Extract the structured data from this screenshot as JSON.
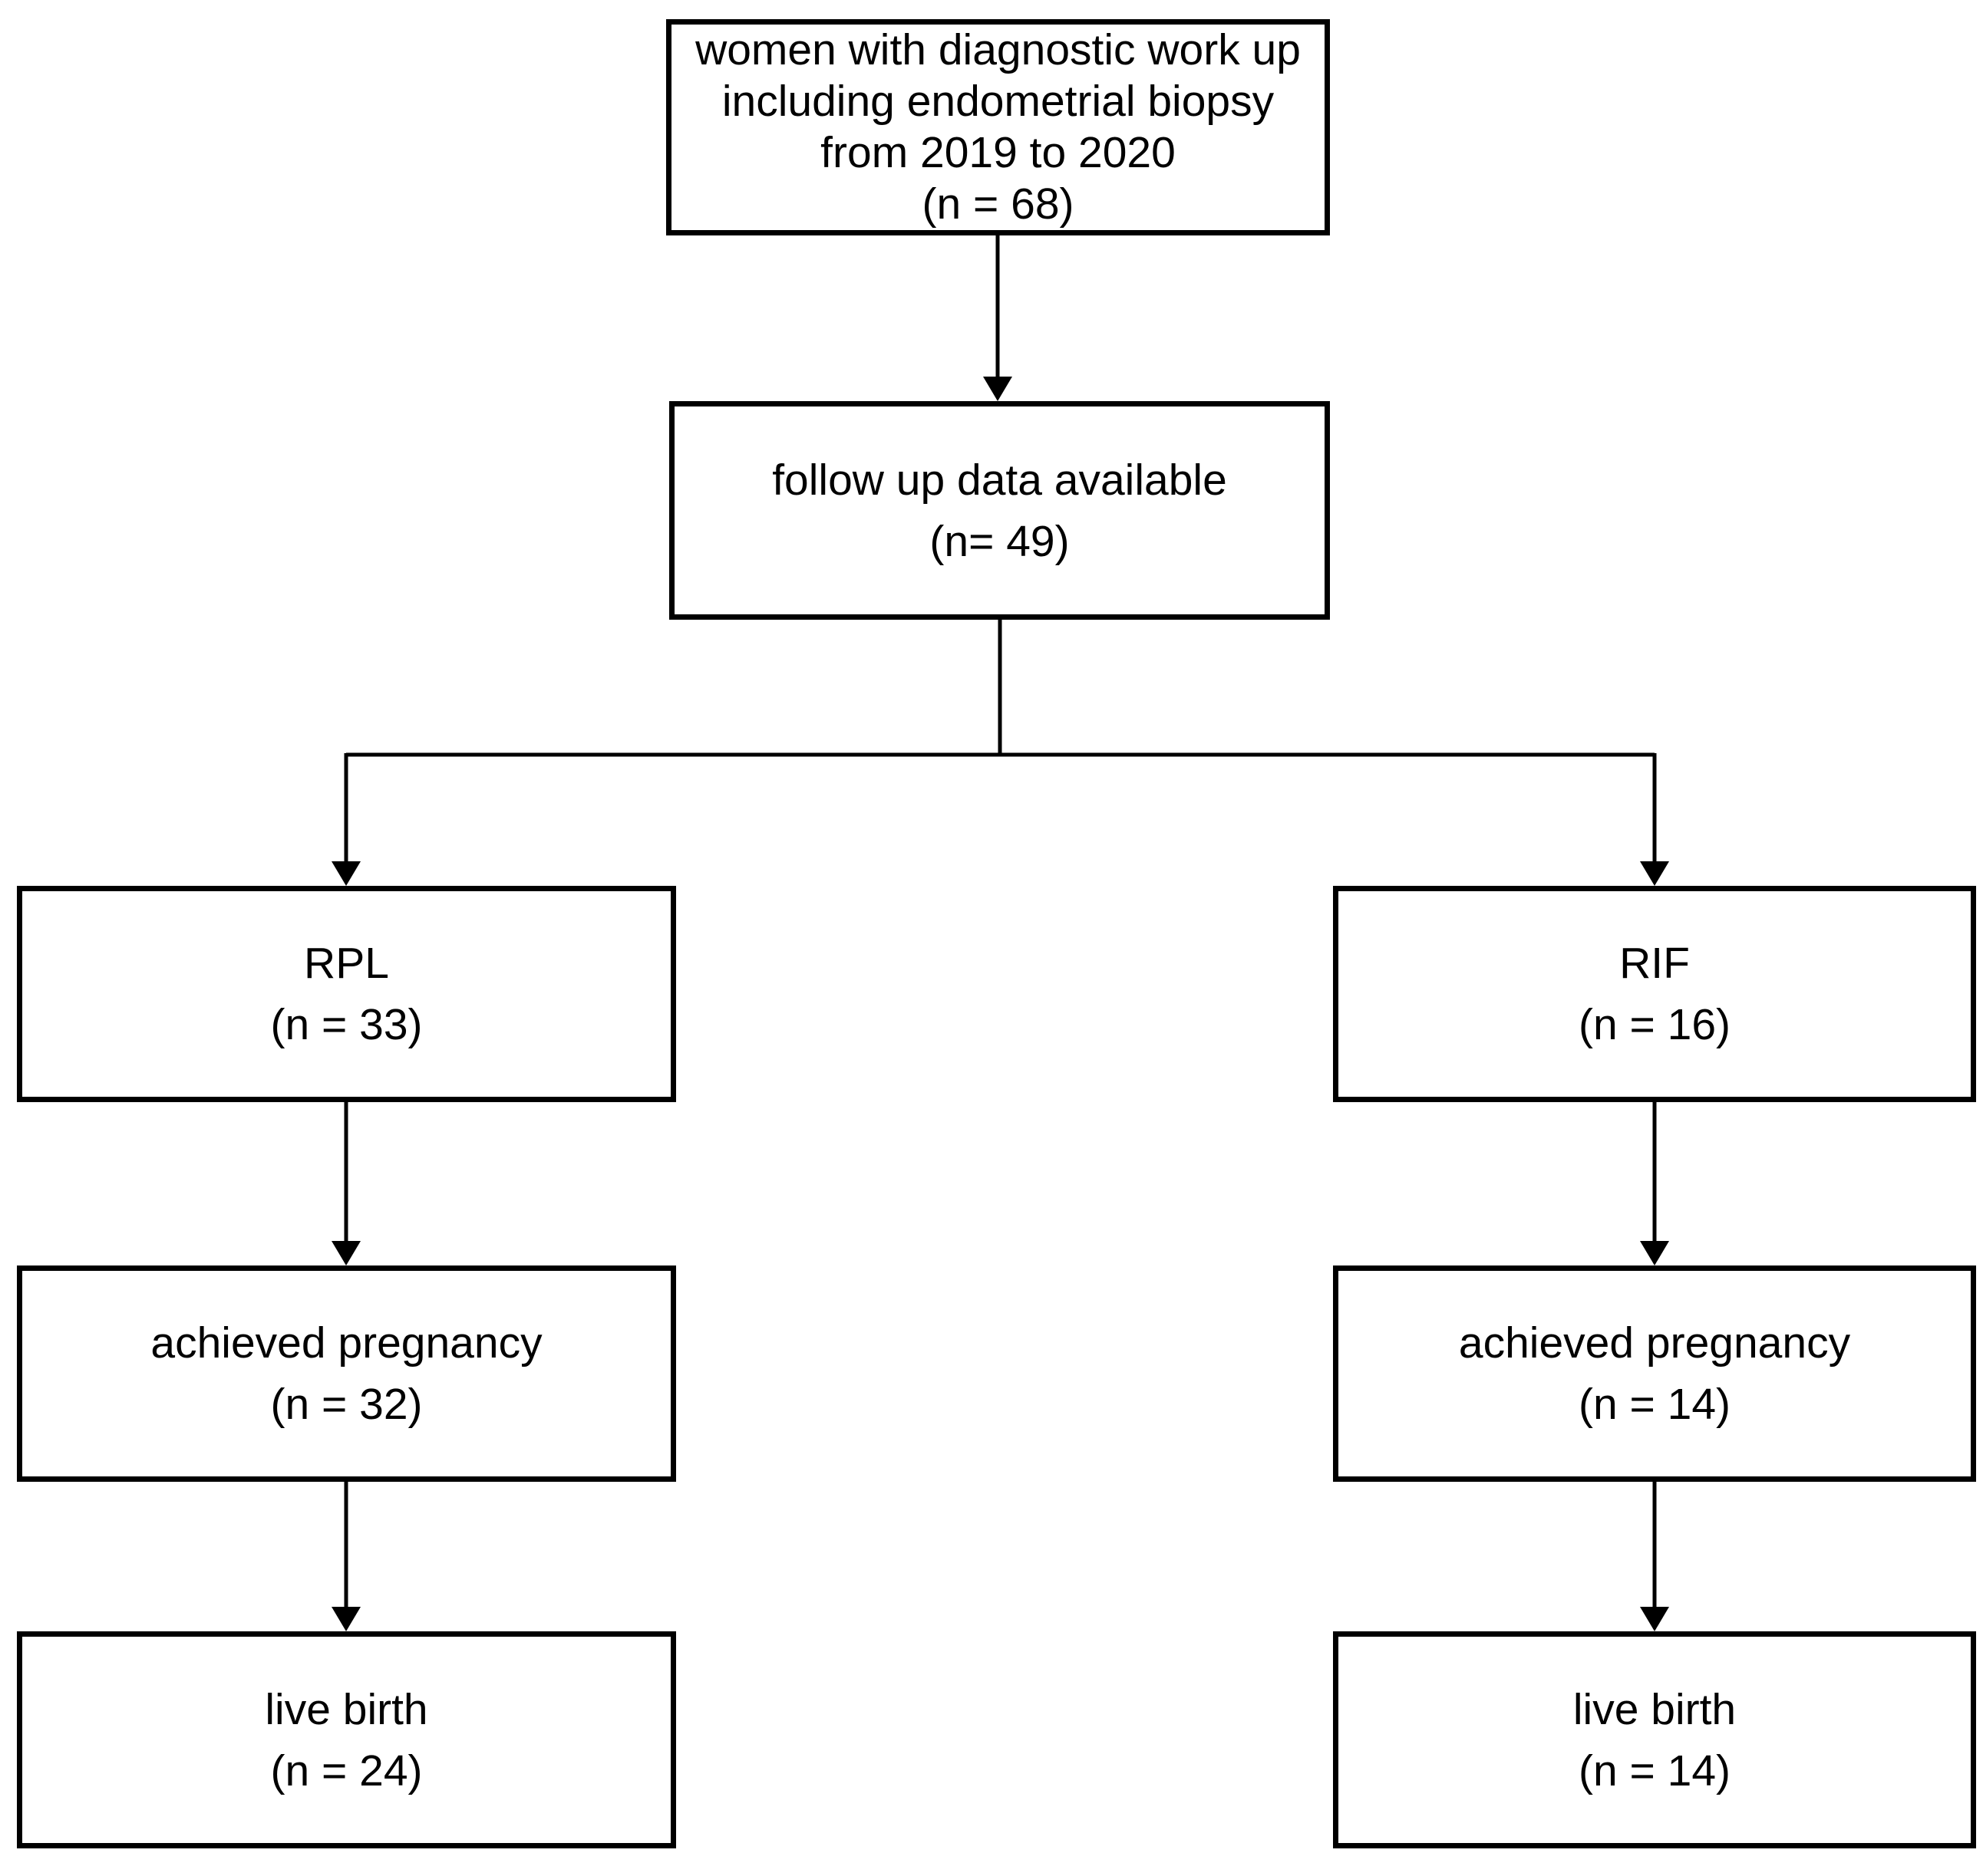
{
  "figure": {
    "type": "flowchart",
    "colors": {
      "background": "#ffffff",
      "box_fill": "#ffffff",
      "box_border": "#000000",
      "text": "#000000",
      "connector": "#000000"
    },
    "nodes": {
      "source": {
        "line1": "women with diagnostic work up",
        "line2": "including endometrial biopsy",
        "line3": "from 2019 to 2020",
        "line4": "(n = 68)"
      },
      "followup": {
        "line1": "follow up data available",
        "line2": "(n= 49)"
      },
      "rpl": {
        "line1": "RPL",
        "line2": "(n = 33)"
      },
      "rif": {
        "line1": "RIF",
        "line2": "(n = 16)"
      },
      "rpl_pregnancy": {
        "line1": "achieved pregnancy",
        "line2": "(n = 32)"
      },
      "rif_pregnancy": {
        "line1": "achieved pregnancy",
        "line2": "(n = 14)"
      },
      "rpl_livebirth": {
        "line1": "live birth",
        "line2": "(n = 24)"
      },
      "rif_livebirth": {
        "line1": "live birth",
        "line2": "(n = 14)"
      }
    }
  }
}
